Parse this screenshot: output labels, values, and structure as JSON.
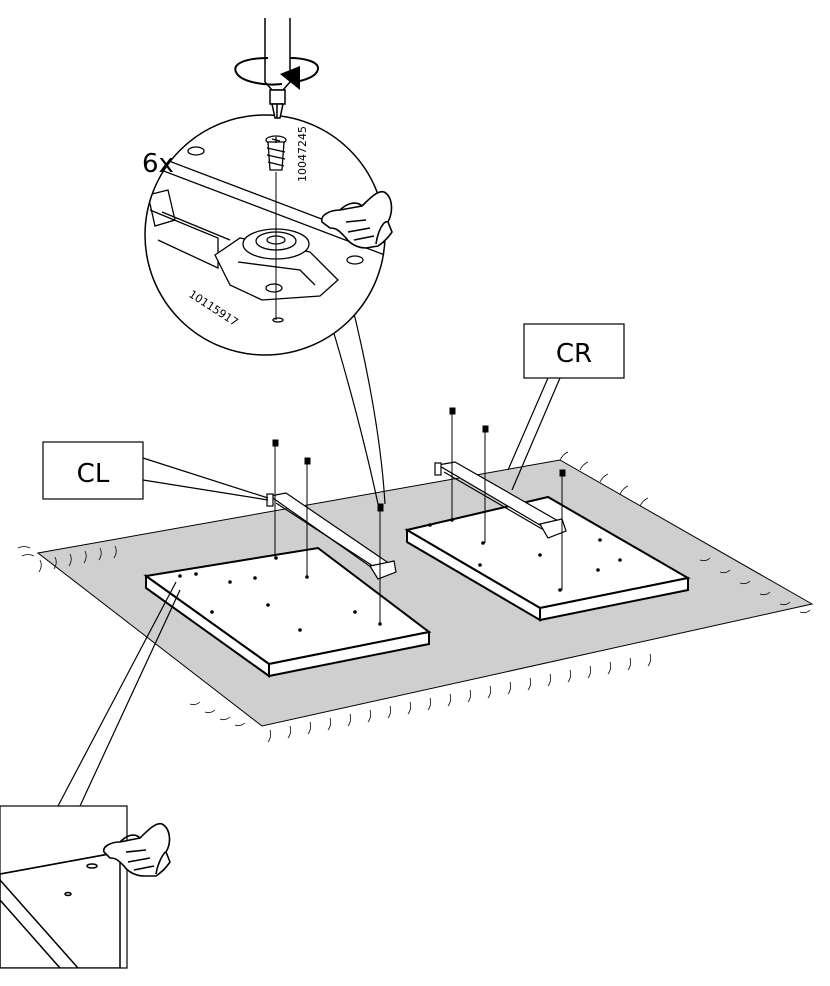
{
  "labels": {
    "quantity": "6x",
    "screw_part_no": "10047245",
    "rail_part_no": "10115917",
    "left_panel": "CL",
    "right_panel": "CR"
  },
  "colors": {
    "mat": "#cfcfcf",
    "line": "#000000",
    "background": "#ffffff"
  },
  "icons": [
    "screwdriver-icon",
    "rotate-arrow-icon",
    "screw-icon",
    "pointing-hand-icon"
  ]
}
